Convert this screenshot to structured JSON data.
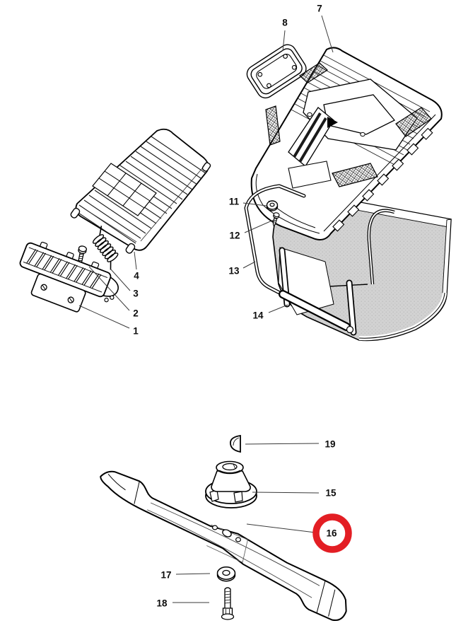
{
  "diagram": {
    "kind": "exploded-parts-diagram",
    "colors": {
      "background": "#ffffff",
      "line": "#000000",
      "bag_fill": "#d2d2d2",
      "highlight": "#e31e24"
    },
    "highlighted_part_number": "16",
    "callouts": [
      {
        "number": "1"
      },
      {
        "number": "2"
      },
      {
        "number": "3"
      },
      {
        "number": "4"
      },
      {
        "number": "7"
      },
      {
        "number": "8"
      },
      {
        "number": "11"
      },
      {
        "number": "12"
      },
      {
        "number": "13"
      },
      {
        "number": "14"
      },
      {
        "number": "15"
      },
      {
        "number": "16"
      },
      {
        "number": "17"
      },
      {
        "number": "18"
      },
      {
        "number": "19"
      }
    ]
  }
}
